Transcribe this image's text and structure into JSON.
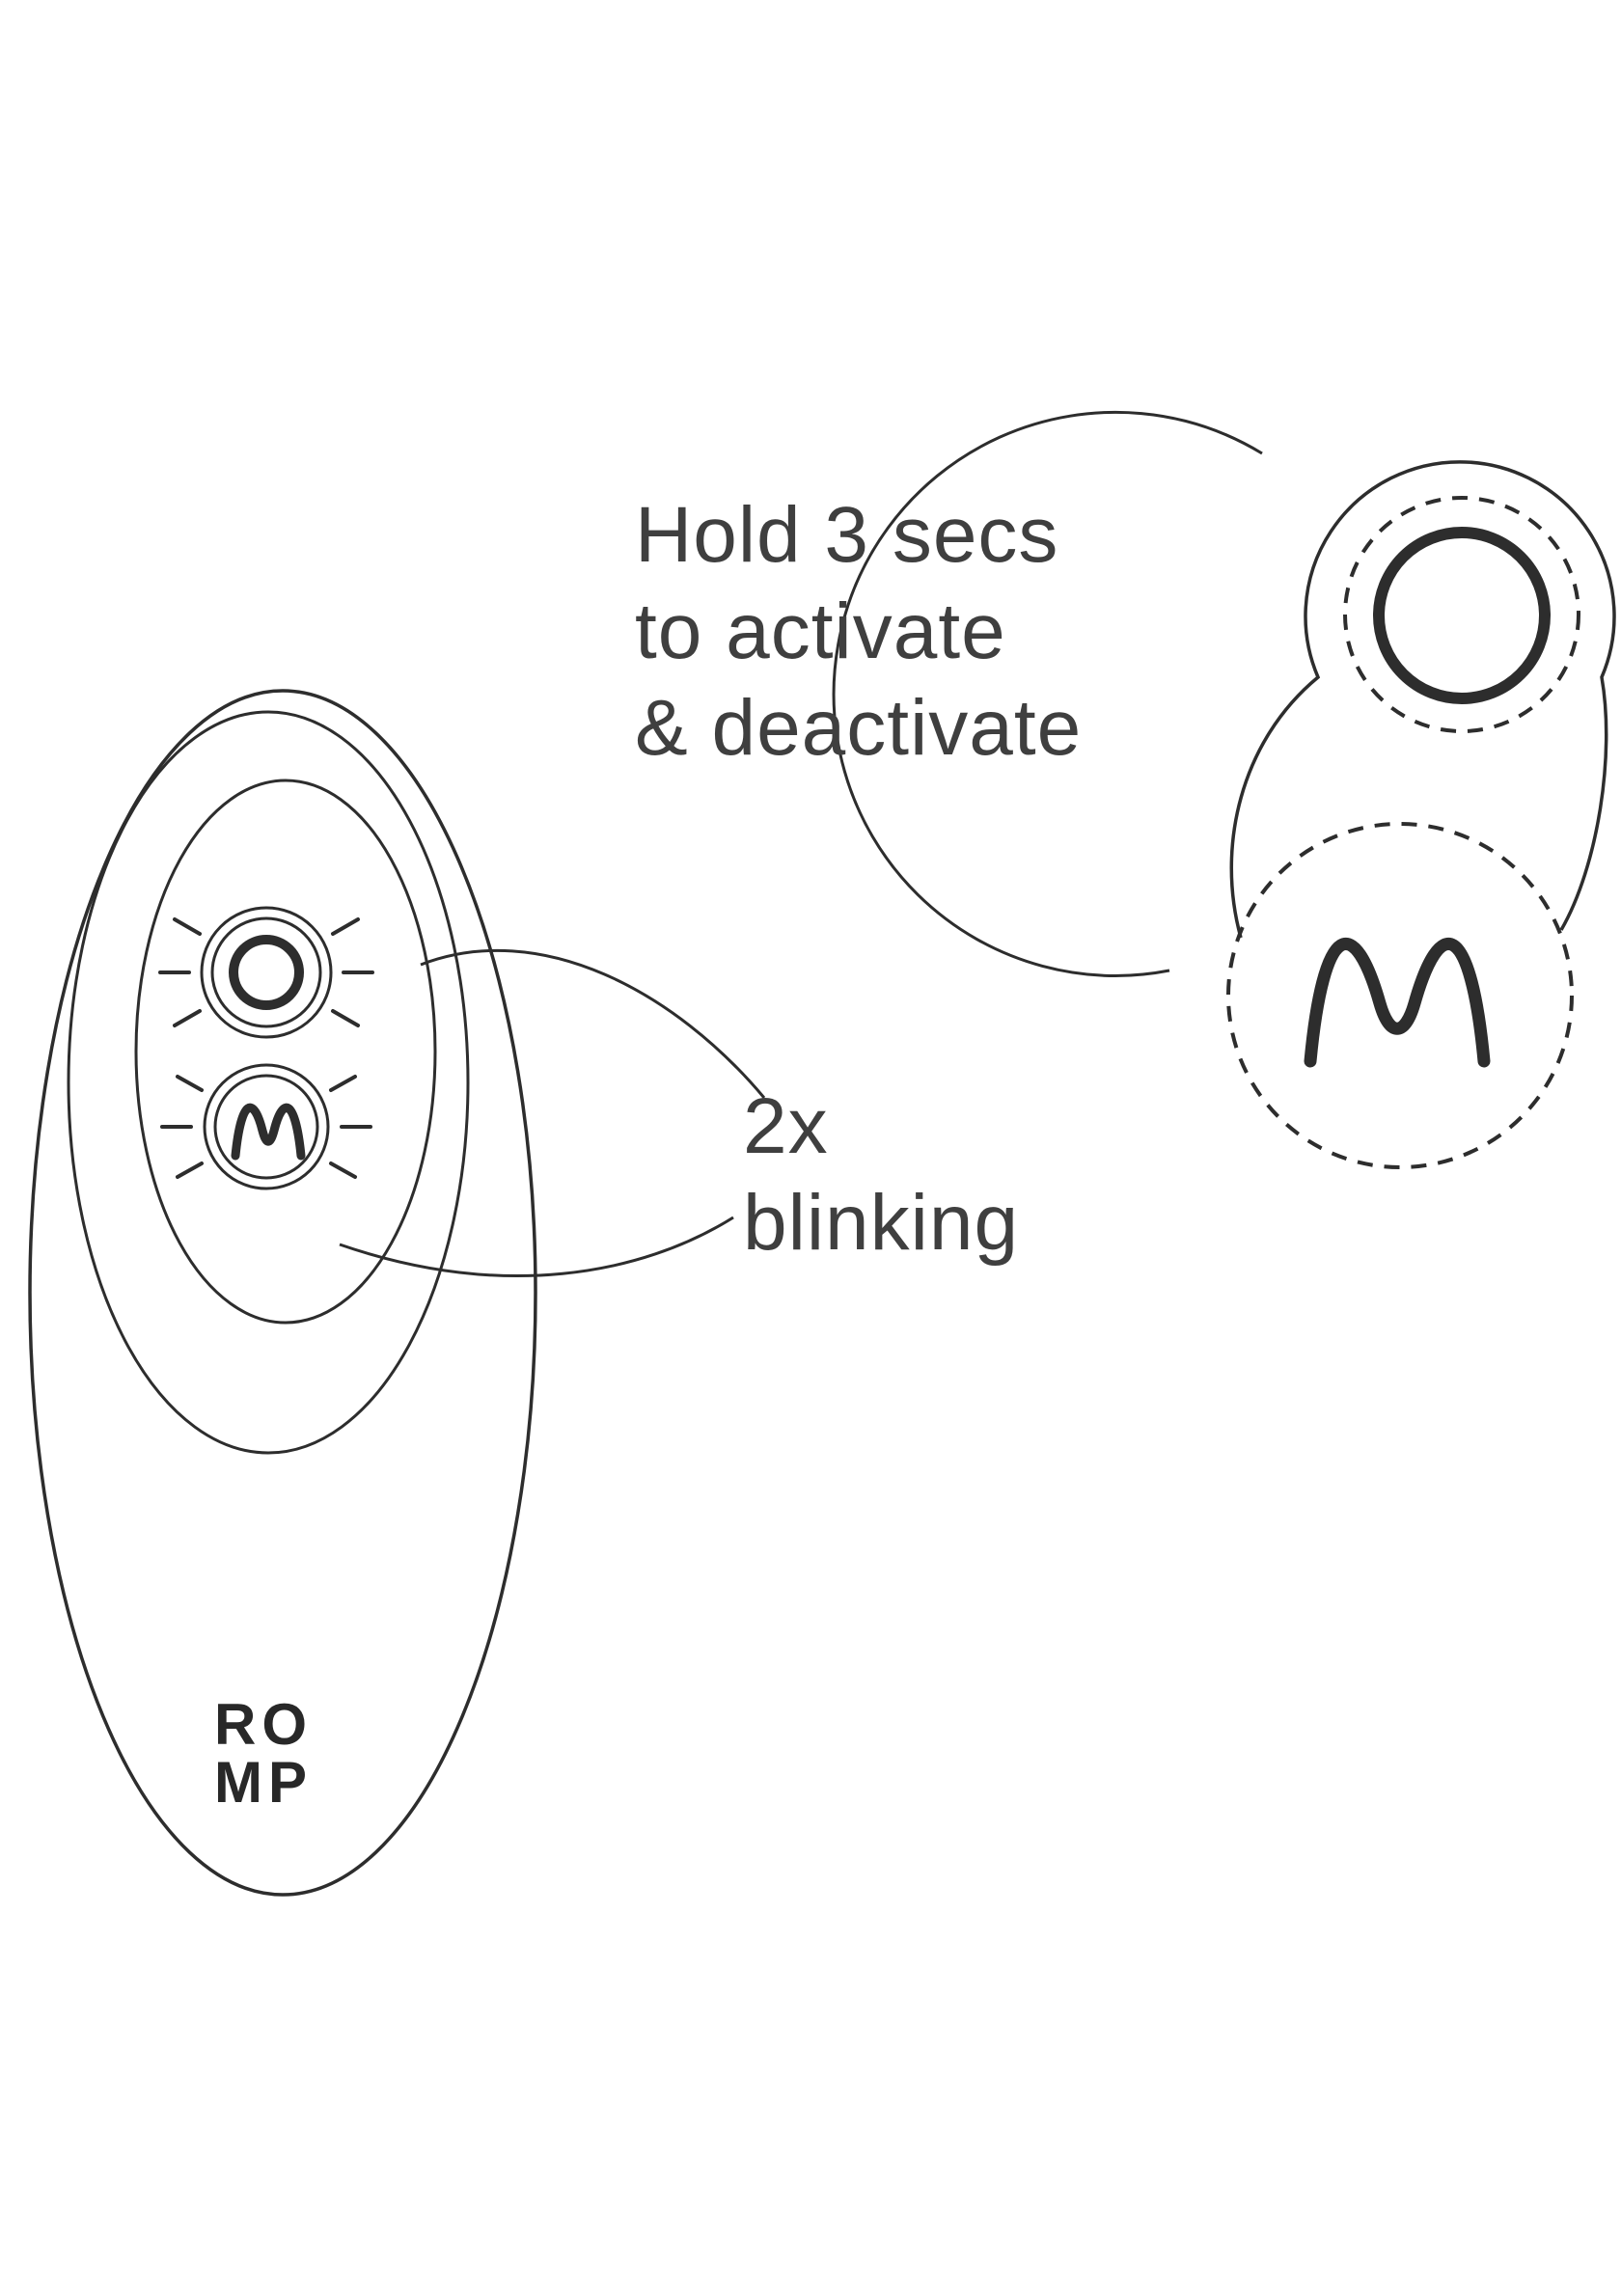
{
  "diagram": {
    "type": "product-instruction-illustration",
    "subject": "remote-control-with-wearable-closeup",
    "annotations": {
      "hold": {
        "line1": "Hold 3 secs",
        "line2": "to activate",
        "line3": "& deactivate"
      },
      "blinking": {
        "line1": "2x",
        "line2": "blinking"
      }
    },
    "logo": {
      "line1": "RO",
      "line2": "MP"
    },
    "icons": {
      "power_button": "power-circle-button-icon",
      "wave_button": "m-wave-button-icon",
      "blink_rays": "blink-rays-icon"
    },
    "colors": {
      "line": "#2d2d2d",
      "text": "#3f3f3f",
      "background": "#ffffff"
    }
  }
}
